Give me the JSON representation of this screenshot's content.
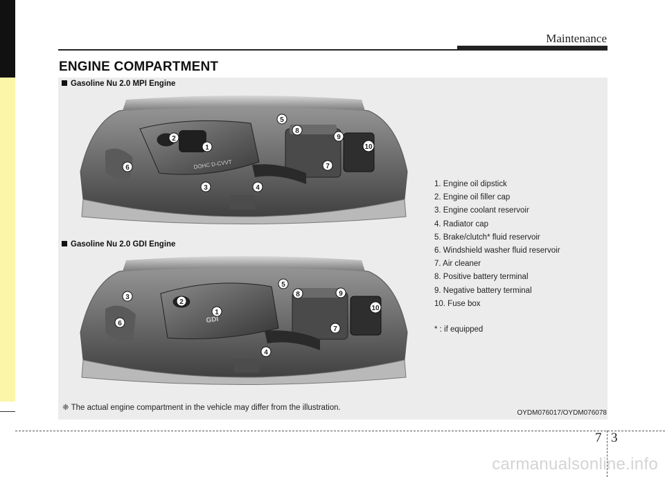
{
  "header": {
    "chapter": "Maintenance"
  },
  "section_title": "ENGINE COMPARTMENT",
  "engines": [
    {
      "label": "Gasoline Nu 2.0 MPI Engine",
      "badge": "DOHC D-CVVT"
    },
    {
      "label": "Gasoline Nu 2.0 GDI Engine",
      "badge": "GDI"
    }
  ],
  "callouts": [
    "1",
    "2",
    "3",
    "4",
    "5",
    "6",
    "7",
    "8",
    "9",
    "10"
  ],
  "legend": [
    "1. Engine oil dipstick",
    "2. Engine oil filler cap",
    "3. Engine coolant reservoir",
    "4. Radiator cap",
    "5. Brake/clutch* fluid reservoir",
    "6. Windshield washer fluid reservoir",
    "7. Air cleaner",
    "8. Positive battery terminal",
    "9. Negative battery terminal",
    "10. Fuse box"
  ],
  "legend_note": "* : if equipped",
  "footnote": "❈ The actual engine compartment in the vehicle may differ from the illustration.",
  "figure_code": "OYDM076017/OYDM076078",
  "page": {
    "chapter_number": "7",
    "page_number": "3"
  },
  "watermark": "carmanualsonline.info",
  "colors": {
    "side_tab": "#fbf6a8",
    "panel": "#ececec",
    "ink": "#222222"
  }
}
